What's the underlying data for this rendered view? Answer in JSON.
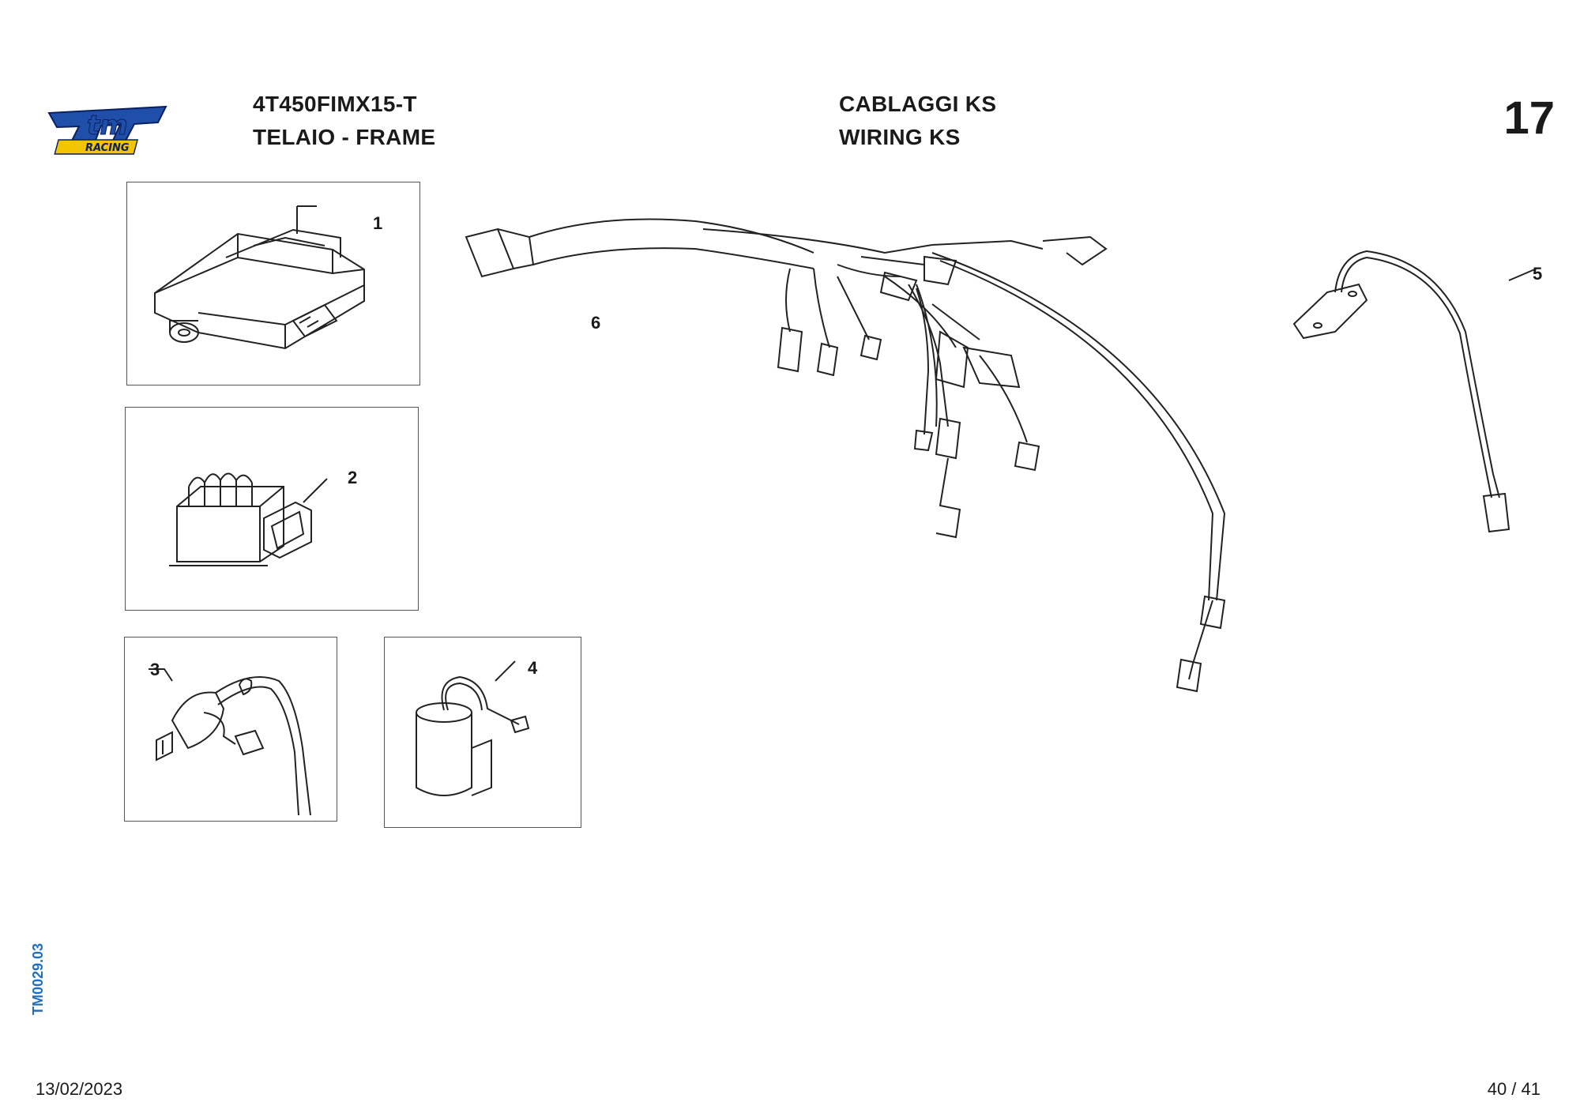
{
  "header": {
    "brand": "tm",
    "brand_sub": "RACING",
    "model_code": "4T450FIMX15-T",
    "section_it_en": "TELAIO - FRAME",
    "group_it": "CABLAGGI KS",
    "group_en": "WIRING KS",
    "page_group_number": "17"
  },
  "callouts": [
    "1",
    "2",
    "3",
    "4",
    "5",
    "6"
  ],
  "side_code": "TM0029.03",
  "footer": {
    "date": "13/02/2023",
    "page": "40 / 41"
  },
  "colors": {
    "brand_blue": "#1f4fa8",
    "brand_yellow": "#f2c500",
    "side_code_blue": "#1f6fbf"
  }
}
